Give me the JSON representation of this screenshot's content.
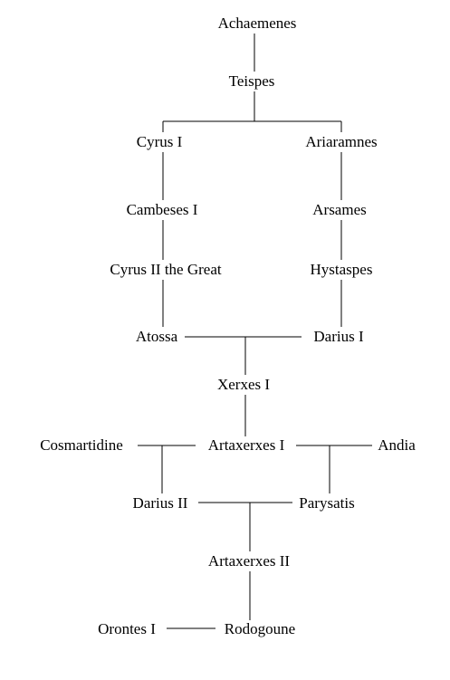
{
  "people": {
    "achaemenes": "Achaemenes",
    "teispes": "Teispes",
    "cyrus_i": "Cyrus I",
    "ariaramnes": "Ariaramnes",
    "cambeses_i": "Cambeses I",
    "arsames": "Arsames",
    "cyrus_ii": "Cyrus II the Great",
    "hystaspes": "Hystaspes",
    "atossa": "Atossa",
    "darius_i": "Darius I",
    "xerxes_i": "Xerxes I",
    "cosmartidine": "Cosmartidine",
    "artaxerxes_i": "Artaxerxes I",
    "andia": "Andia",
    "darius_ii": "Darius II",
    "parysatis": "Parysatis",
    "artaxerxes_ii": "Artaxerxes II",
    "orontes_i": "Orontes I",
    "rodogoune": "Rodogoune"
  },
  "colors": {
    "text": "#000000",
    "lines": "#000000",
    "background": "#ffffff"
  }
}
